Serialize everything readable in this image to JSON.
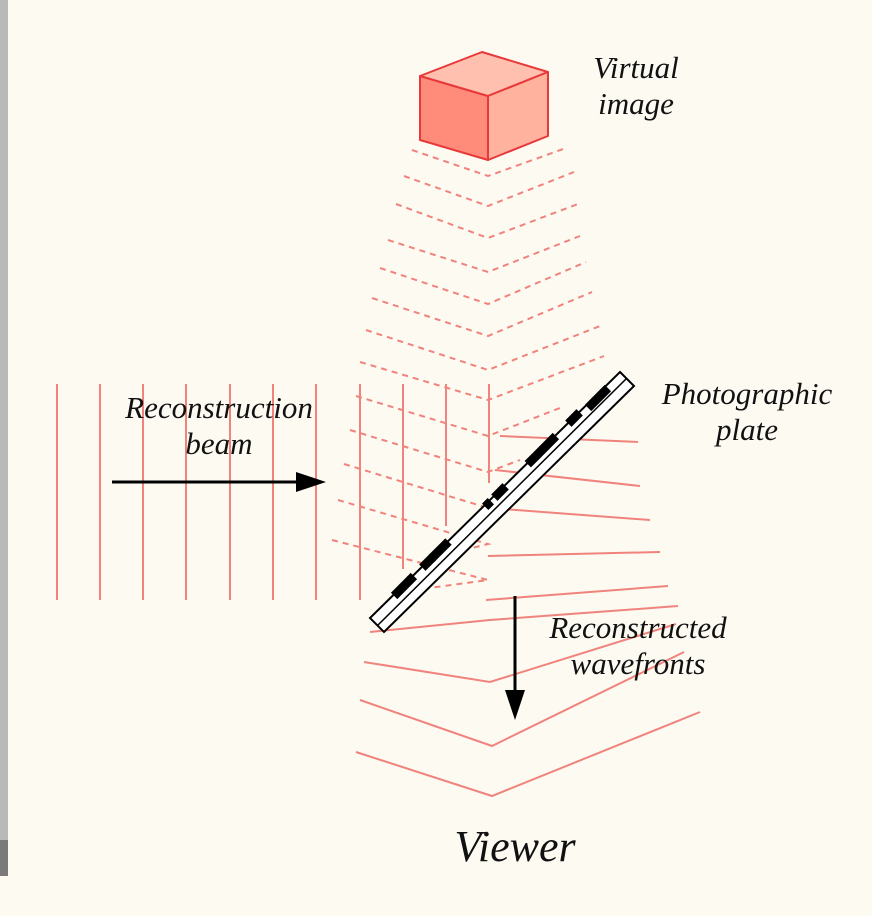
{
  "labels": {
    "virtual_image": [
      "Virtual",
      "image"
    ],
    "beam": [
      "Reconstruction",
      "beam"
    ],
    "plate": [
      "Photographic",
      "plate"
    ],
    "wavefronts": [
      "Reconstructed",
      "wavefronts"
    ],
    "viewer": "Viewer"
  },
  "colors": {
    "wave": "#f0837c",
    "cube_front": "#ff8c7a",
    "cube_top": "#ffc0b0",
    "cube_side": "#ffb39f",
    "cube_edge": "#e8393a",
    "background": "#fdfaf2",
    "ink": "#000000"
  },
  "icons": {
    "virtual_image": "cube-icon",
    "beam_direction": "arrow-right-icon",
    "wavefront_direction": "arrow-down-icon"
  }
}
